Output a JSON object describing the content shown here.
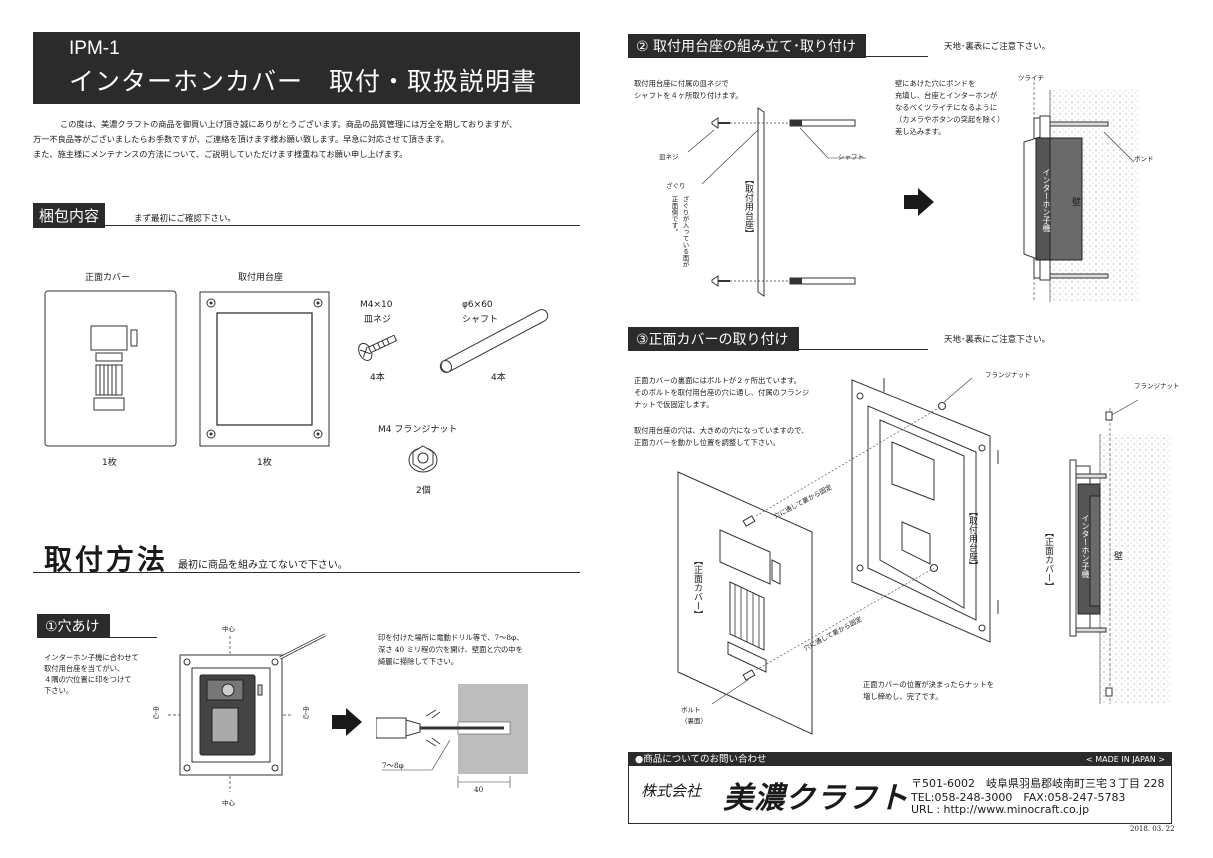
{
  "header": {
    "model": "IPM-1",
    "title": "インターホンカバー　取付・取扱説明書"
  },
  "intro": [
    "この度は、美濃クラフトの商品を御買い上げ頂き誠にありがとうございます。商品の品質管理には万全を期しておりますが、",
    "万一不良品等がございましたらお手数ですが、ご連絡を頂けます様お願い致します。早急に対応させて頂きます。",
    "また、施主様にメンテナンスの方法について、ご説明していただけます様重ねてお願い申し上げます。"
  ],
  "package": {
    "tag": "梱包内容",
    "note": "まず最初にご確認下さい。",
    "front_cover": {
      "name": "正面カバー",
      "qty": "1枚"
    },
    "base": {
      "name": "取付用台座",
      "qty": "1枚"
    },
    "screw": {
      "name1": "M4×10",
      "name2": "皿ネジ",
      "qty": "4本"
    },
    "shaft": {
      "name1": "φ6×60",
      "name2": "シャフト",
      "qty": "4本"
    },
    "nut": {
      "name": "M4 フランジナット",
      "qty": "2個"
    }
  },
  "method": {
    "title": "取付方法",
    "note": "最初に商品を組み立てないで下さい。"
  },
  "step1": {
    "tag": "①穴あけ",
    "text": [
      "インターホン子機に合わせて",
      "取付用台座を当てがい、",
      "４隅の穴位置に印をつけて",
      "下さい。"
    ],
    "center": "中心",
    "drill_text": [
      "印を付けた場所に電動ドリル等で、7～8φ、",
      "深さ 40 ミリ程の穴を開け、壁面と穴の中を",
      "綺麗に掃除して下さい。"
    ],
    "dia": "7～8φ",
    "depth": "40"
  },
  "step2": {
    "tag": "② 取付用台座の組み立て･取り付け",
    "note": "天地･裏表にご注意下さい。",
    "text": [
      "取付用台座に付属の皿ネジで",
      "シャフトを４ヶ所取り付けます。"
    ],
    "sara": "皿ネジ",
    "shaft": "シャフト",
    "zaguri": "ざぐり",
    "base_label": "【取付用台座】",
    "zaguri_note1": "ざぐりが入っている面が",
    "zaguri_note2": "正面側です。",
    "wall_text": [
      "壁にあけた穴にボンドを",
      "充填し、台座とインターホンが",
      "なるべくツライチになるように",
      "（カメラやボタンの突起を除く）",
      "差し込みます。"
    ],
    "flush": "ツライチ",
    "bond": "ボンド",
    "unit": "インターホン子機",
    "wall": "壁"
  },
  "step3": {
    "tag": "③正面カバーの取り付け",
    "note": "天地･裏表にご注意下さい。",
    "text1": [
      "正面カバーの裏面にはボルトが２ヶ所出ています。",
      "そのボルトを取付用台座の穴に通し、付属のフランジ",
      "ナットで仮固定します。"
    ],
    "text2": [
      "取付用台座の穴は、大きめの穴になっていますので、",
      "正面カバーを動かし位置を調整して下さい。"
    ],
    "flange": "フランジナット",
    "through": "穴に通して裏から固定",
    "cover_label": "【正面カバー】",
    "base_label": "【取付用台座】",
    "bolt1": "ボルト",
    "bolt2": "（裏面）",
    "final": [
      "正面カバーの位置が決まったらナットを",
      "増し締めし、完了です。"
    ],
    "unit": "インターホン子機",
    "wall": "壁"
  },
  "contact": {
    "title": "●商品についてのお問い合わせ",
    "made": "< MADE IN JAPAN >",
    "kk": "株式会社",
    "company": "美濃クラフト",
    "address": "〒501-6002　岐阜県羽島郡岐南町三宅３丁目 228",
    "tel": "TEL:058-248-3000　FAX:058-247-5783",
    "url": "URL : http://www.minocraft.co.jp"
  },
  "date": "2018. 03. 22"
}
